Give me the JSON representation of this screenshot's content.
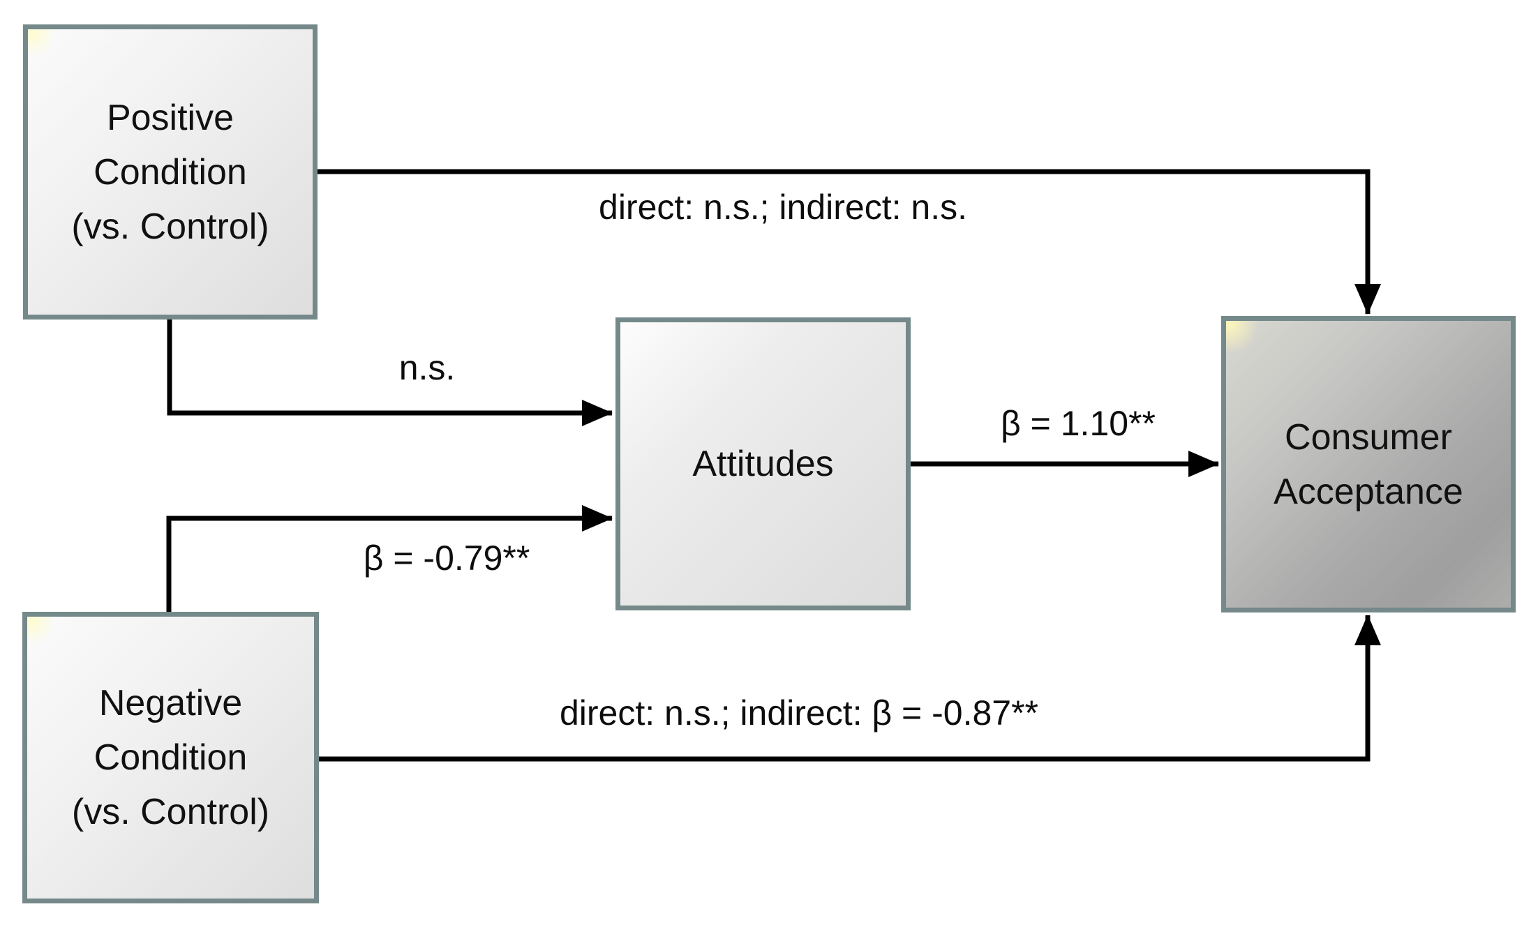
{
  "diagram": {
    "type": "mediation-path-model",
    "colors": {
      "background": "#ffffff",
      "box_border": "#75898a",
      "box_fill_light": "#ededed",
      "box_fill_dark": "#b0b0b0",
      "corner_highlight": "#fff8b9",
      "arrow": "#000000",
      "text": "#0d0d0d"
    },
    "nodes": {
      "positive": {
        "label": "Positive\nCondition\n(vs. Control)"
      },
      "negative": {
        "label": "Negative\nCondition\n(vs. Control)"
      },
      "attitudes": {
        "label": "Attitudes"
      },
      "consumer": {
        "label": "Consumer\nAcceptance"
      }
    },
    "edges": {
      "positive_direct": {
        "from": "Positive Condition (vs. Control)",
        "to": "Consumer Acceptance",
        "label": "direct: n.s.; indirect: n.s."
      },
      "positive_attitudes": {
        "from": "Positive Condition (vs. Control)",
        "to": "Attitudes",
        "label": "n.s."
      },
      "negative_attitudes": {
        "from": "Negative Condition (vs. Control)",
        "to": "Attitudes",
        "label": "β = -0.79**"
      },
      "attitudes_consumer": {
        "from": "Attitudes",
        "to": "Consumer Acceptance",
        "label": "β = 1.10**"
      },
      "negative_direct": {
        "from": "Negative Condition (vs. Control)",
        "to": "Consumer Acceptance",
        "label": "direct: n.s.; indirect: β = -0.87**"
      }
    }
  }
}
